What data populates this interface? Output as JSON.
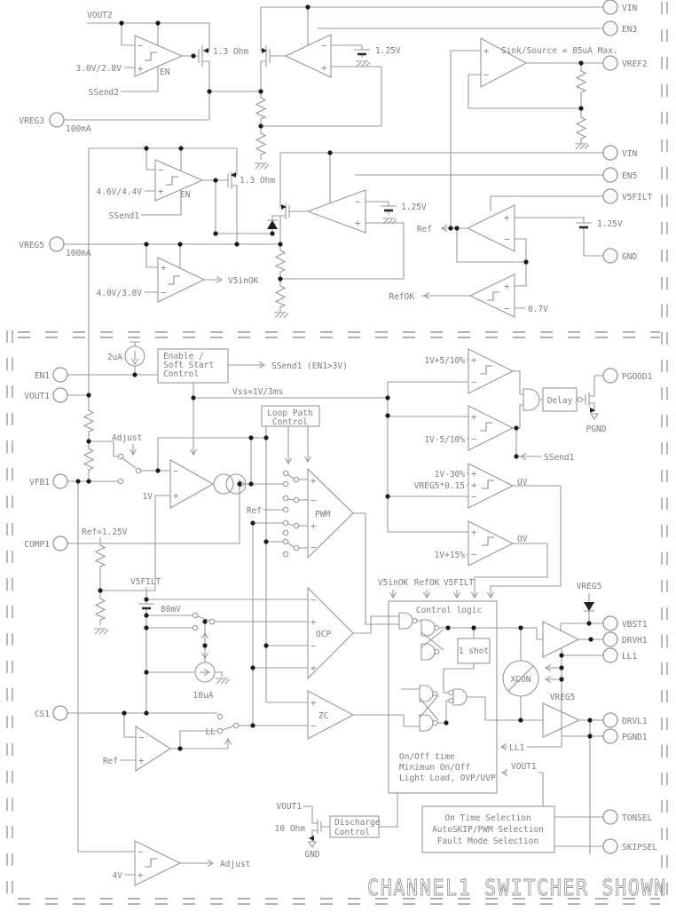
{
  "colors": {
    "wire": "#9a9a9a",
    "text": "#7d7d7d",
    "dark": "#1f1f1f",
    "background": "#ffffff"
  },
  "labels": {
    "plus": "+",
    "minus": "−",
    "vout2": "VOUT2",
    "a1_thresh": "3.0V/2.8V",
    "a1_en": "EN",
    "ssend2": "SSend2",
    "vreg3": "VREG3",
    "vreg3_current": "100mA",
    "m1_r": "1.3 Ohm",
    "b1_125": "1.25V",
    "vin1": "VIN",
    "en3": "EN3",
    "sink_source": "Sink/Source = 85uA Max.",
    "vref2": "VREF2",
    "c1_thresh": "4.6V/4.4V",
    "c1_en": "EN",
    "ssend1_mid": "SSend1",
    "vreg5": "VREG5",
    "vreg5_current": "100mA",
    "m3_r": "1.3 Ohm",
    "b2_125": "1.25V",
    "c2_thresh": "4.0V/3.8V",
    "v5inok_out": "V5inOK",
    "vin2": "VIN",
    "en5": "EN5",
    "v5filt_pin": "V5FILT",
    "ref_buf": "Ref",
    "b3_125": "1.25V",
    "gnd_pin": "GND",
    "refok": "RefOK",
    "refok_thresh": "0.7V",
    "i_2ua": "2uA",
    "en1": "EN1",
    "enable_l1": "Enable /",
    "enable_l2": "Soft Start",
    "enable_l3": "Control",
    "ssend1_out": "SSend1 (EN1>3V)",
    "vss": "Vss=1V/3ms",
    "vout1": "VOUT1",
    "loop_l1": "Loop Path",
    "loop_l2": "Control",
    "adjust_in": "Adjust",
    "vfb1": "VFB1",
    "ea_1v": "1V",
    "bank_ref": "Ref",
    "comp1": "COMP1",
    "ref125": "Ref=1.25V",
    "v5filt_int": "V5FILT",
    "mv80": "80mV",
    "pwm": "PWM",
    "ocp": "OCP",
    "zc": "ZC",
    "i_10ua": "10uA",
    "ll_sw": "LL",
    "cs1": "CS1",
    "cs_ref": "Ref",
    "pg_hi": "1V+5/10%",
    "pg_lo": "1V-5/10%",
    "delay": "Delay",
    "pgood1": "PGOOD1",
    "pgnd_sym": "PGND",
    "ssend1_tap": "SSend1",
    "uv_t1": "1V-30%",
    "uv_t2": "VREG5*0.15",
    "uv": "UV",
    "ov_t": "1V+15%",
    "ov": "OV",
    "cl_v5inok": "V5inOK",
    "cl_refok": "RefOK",
    "cl_v5filt": "V5FILT",
    "control_logic": "Control logic",
    "one_shot": "1 shot",
    "xcon": "XCON",
    "vreg5_boot": "VREG5",
    "vbst1": "VBST1",
    "drvh1": "DRVH1",
    "ll1_pin": "LL1",
    "vreg5_drv": "VREG5",
    "drvl1": "DRVL1",
    "pgnd1": "PGND1",
    "ll1_in": "LL1",
    "vout1_in": "VOUT1",
    "cl_l1": "On/Off time",
    "cl_l2": "Minimun On/Off",
    "cl_l3": "Light Load, OVP/UVP",
    "vout1_dis": "VOUT1",
    "r10": "10 Ohm",
    "gnd_dis": "GND",
    "dis_l1": "Discharge",
    "dis_l2": "Control",
    "sel_l1": "On Time Selection",
    "sel_l2": "AutoSKIP/PWM Selection",
    "sel_l3": "Fault Mode Selection",
    "tonsel": "TONSEL",
    "skipsel": "SKIPSEL",
    "c4_4v": "4V",
    "adjust_out": "Adjust",
    "title": "CHANNEL1 SWITCHER SHOWN"
  }
}
